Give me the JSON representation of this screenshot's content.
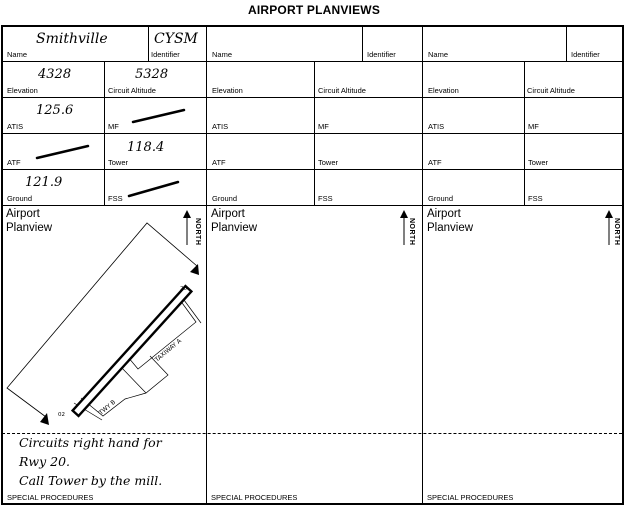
{
  "title": "AIRPORT PLANVIEWS",
  "labels": {
    "name": "Name",
    "identifier": "Identifier",
    "elevation": "Elevation",
    "circuit_altitude": "Circuit Altitude",
    "atis": "ATIS",
    "mf": "MF",
    "atf": "ATF",
    "tower": "Tower",
    "ground": "Ground",
    "fss": "FSS",
    "airport": "Airport",
    "planview": "Planview",
    "north": "NORTH",
    "special_procedures": "SPECIAL PROCEDURES"
  },
  "cards": [
    {
      "name": "Smithville",
      "identifier": "CYSM",
      "elevation": "4328",
      "circuit_altitude": "5328",
      "atis": "125.6",
      "tower": "118.4",
      "ground": "121.9",
      "runway_ends": [
        "20",
        "02"
      ],
      "taxiway_labels": [
        "TAXIWAY A",
        "TWY B"
      ],
      "special_procedures": [
        "Circuits right hand for",
        "Rwy 20.",
        "Call Tower by the mill."
      ]
    },
    {},
    {}
  ]
}
